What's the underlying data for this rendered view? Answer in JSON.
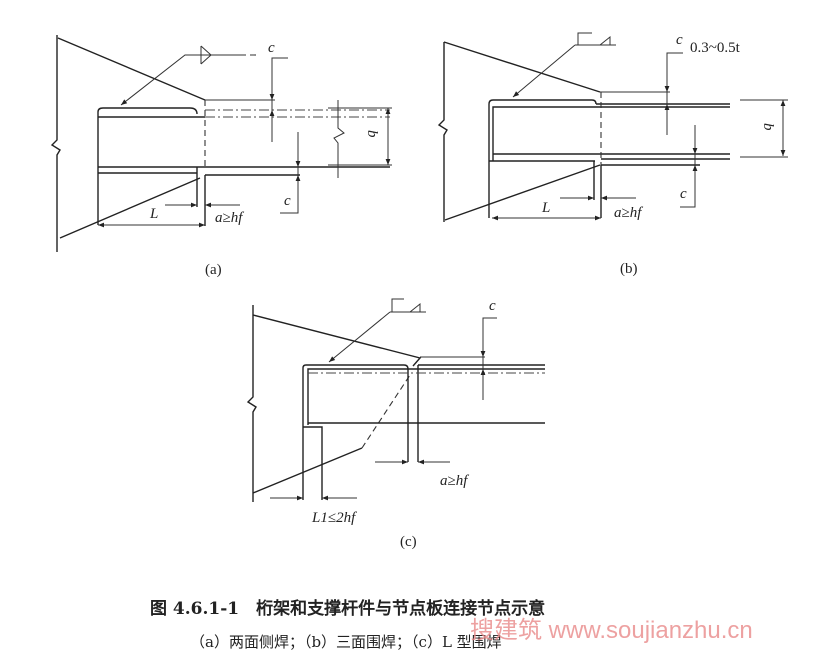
{
  "panels": {
    "a": {
      "label": "(a)",
      "c_top": "c",
      "c_bottom": "c",
      "b": "b",
      "L": "L",
      "a_dim": "a≥hf"
    },
    "b": {
      "label": "(b)",
      "c_top": "c",
      "c_bottom": "c",
      "thickness_note": "0.3~0.5t",
      "b": "b",
      "L": "L",
      "a_dim": "a≥hf"
    },
    "c": {
      "label": "(c)",
      "c_top": "c",
      "a_dim": "a≥hf",
      "L1_dim": "L1≤2hf"
    }
  },
  "caption": {
    "title": "图 4.6.1-1　桁架和支撑杆件与节点板连接节点示意",
    "subtitle": "（a）两面侧焊；（b）三面围焊；（c）L 型围焊"
  },
  "watermark": "搜建筑 www.soujianzhu.cn"
}
